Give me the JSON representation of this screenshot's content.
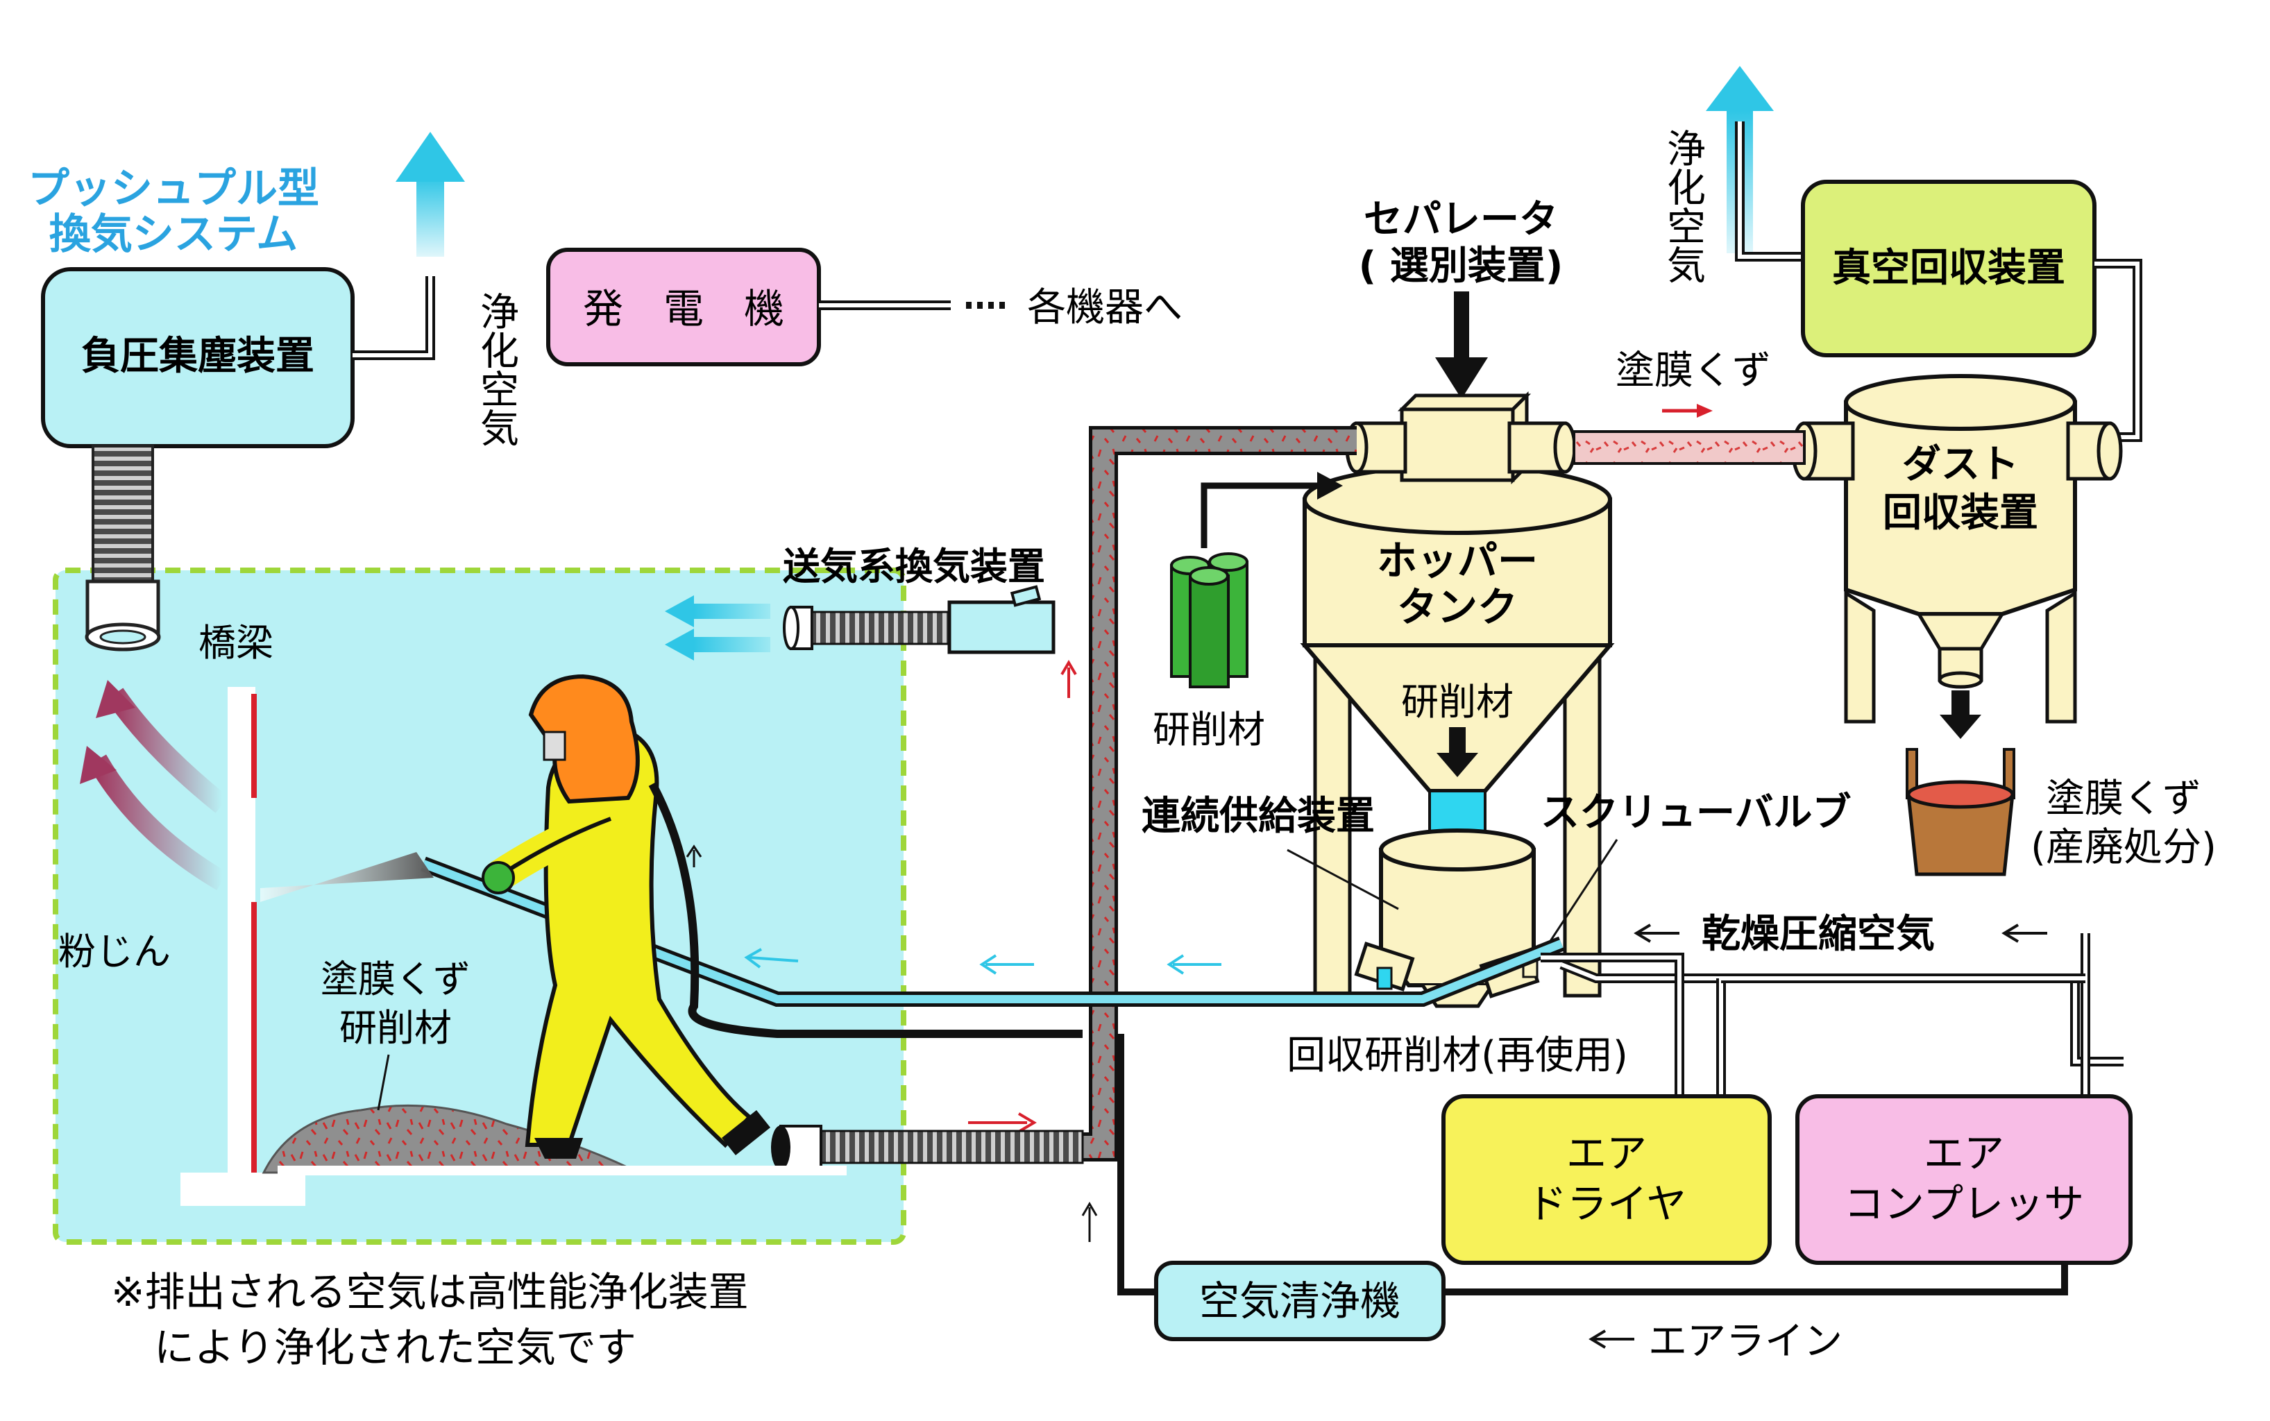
{
  "labels": {
    "push_pull_line1": "プッシュプル型",
    "push_pull_line2": "換気システム",
    "negative_pressure_collector": "負圧集塵装置",
    "purified_air": "浄化空気",
    "generator": "発　電　機",
    "to_each_device": "各機器へ",
    "separator": "セパレータ",
    "separator_sub": "( 選別装置)",
    "coating_debris": "塗膜くず",
    "vacuum_recovery": "真空回収装置",
    "dust_recovery_line1": "ダスト",
    "dust_recovery_line2": "回収装置",
    "air_supply_ventilation": "送気系換気装置",
    "bridge_girder": "橋梁",
    "abrasive": "研削材",
    "hopper_line1": "ホッパー",
    "hopper_line2": "タンク",
    "hopper_abrasive": "研削材",
    "continuous_feeder": "連続供給装置",
    "screw_valve": "スクリューバルブ",
    "debris_disposal_line1": "塗膜くず",
    "debris_disposal_line2": "(産廃処分)",
    "dust": "粉じん",
    "floor_debris_line1": "塗膜くず",
    "floor_debris_line2": "研削材",
    "dry_compressed_air": "乾燥圧縮空気",
    "recovered_abrasive": "回収研削材(再使用)",
    "air_dryer_line1": "エア",
    "air_dryer_line2": "ドライヤ",
    "air_compressor_line1": "エア",
    "air_compressor_line2": "コンプレッサ",
    "air_cleaner": "空気清浄機",
    "air_line": "エアライン",
    "note_line1": "※排出される空気は高性能浄化装置",
    "note_line2": "により浄化された空気です"
  },
  "colors": {
    "push_pull_title": "#2aa3e0",
    "work_area_fill": "#b9f1f5",
    "work_area_border": "#9ed63a",
    "cream_equipment": "#fbf3c4",
    "collector_fill": "#b9f1f5",
    "generator_fill": "#f8bde6",
    "vacuum_fill": "#dcf07a",
    "air_dryer_fill": "#f7f25a",
    "air_compressor_fill": "#f8bde6",
    "dust_arrow": "#a0385f",
    "air_arrow": "#2fc6e6",
    "red_arrow": "#d8202c",
    "worker_suit": "#f2ee1c",
    "worker_hood": "#ff8a1d",
    "abrasive_bundle": "#3cb43a"
  }
}
